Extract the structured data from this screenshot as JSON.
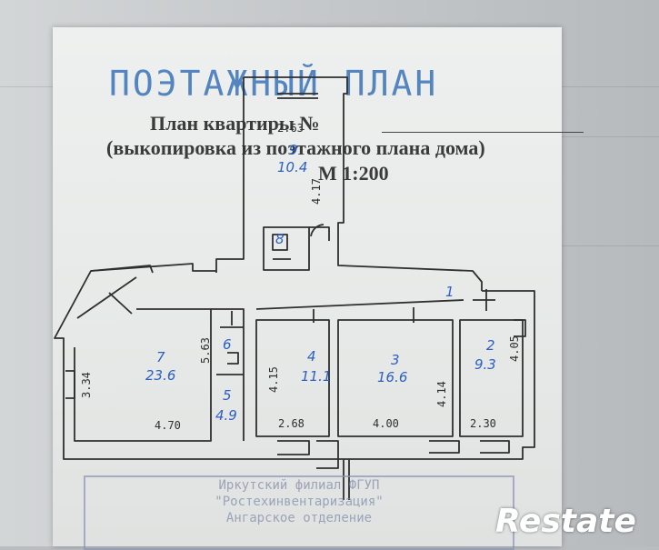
{
  "document": {
    "heading": "ПОЭТАЖНЫЙ ПЛАН",
    "plan_title": "План квартиры №",
    "subtitle": "(выкопировка из поэтажного плана дома)",
    "scale": "М 1:200",
    "stamp_lines": [
      "Иркутский филиал ФГУП",
      "\"Ростехинвентаризация\"",
      "Ангарское отделение"
    ]
  },
  "rooms": [
    {
      "number": "1",
      "area": ""
    },
    {
      "number": "2",
      "area": "9.3"
    },
    {
      "number": "3",
      "area": "16.6"
    },
    {
      "number": "4",
      "area": "11.1"
    },
    {
      "number": "5",
      "area": "4.9"
    },
    {
      "number": "6",
      "area": ""
    },
    {
      "number": "7",
      "area": "23.6"
    },
    {
      "number": "8",
      "area": ""
    },
    {
      "number": "9",
      "area": "10.4"
    }
  ],
  "dimensions": {
    "d_2_63": "2.63",
    "d_4_17": "4.17",
    "d_5_63": "5.63",
    "d_3_34": "3.34",
    "d_4_70": "4.70",
    "d_4_15": "4.15",
    "d_2_68": "2.68",
    "d_4_00": "4.00",
    "d_4_14": "4.14",
    "d_2_30": "2.30",
    "d_4_05": "4.05"
  },
  "watermark": "Restate",
  "colors": {
    "pencil": "#2f2f2f",
    "blue_ink": "#2d5fc4",
    "stamp": "#7f88a8"
  }
}
